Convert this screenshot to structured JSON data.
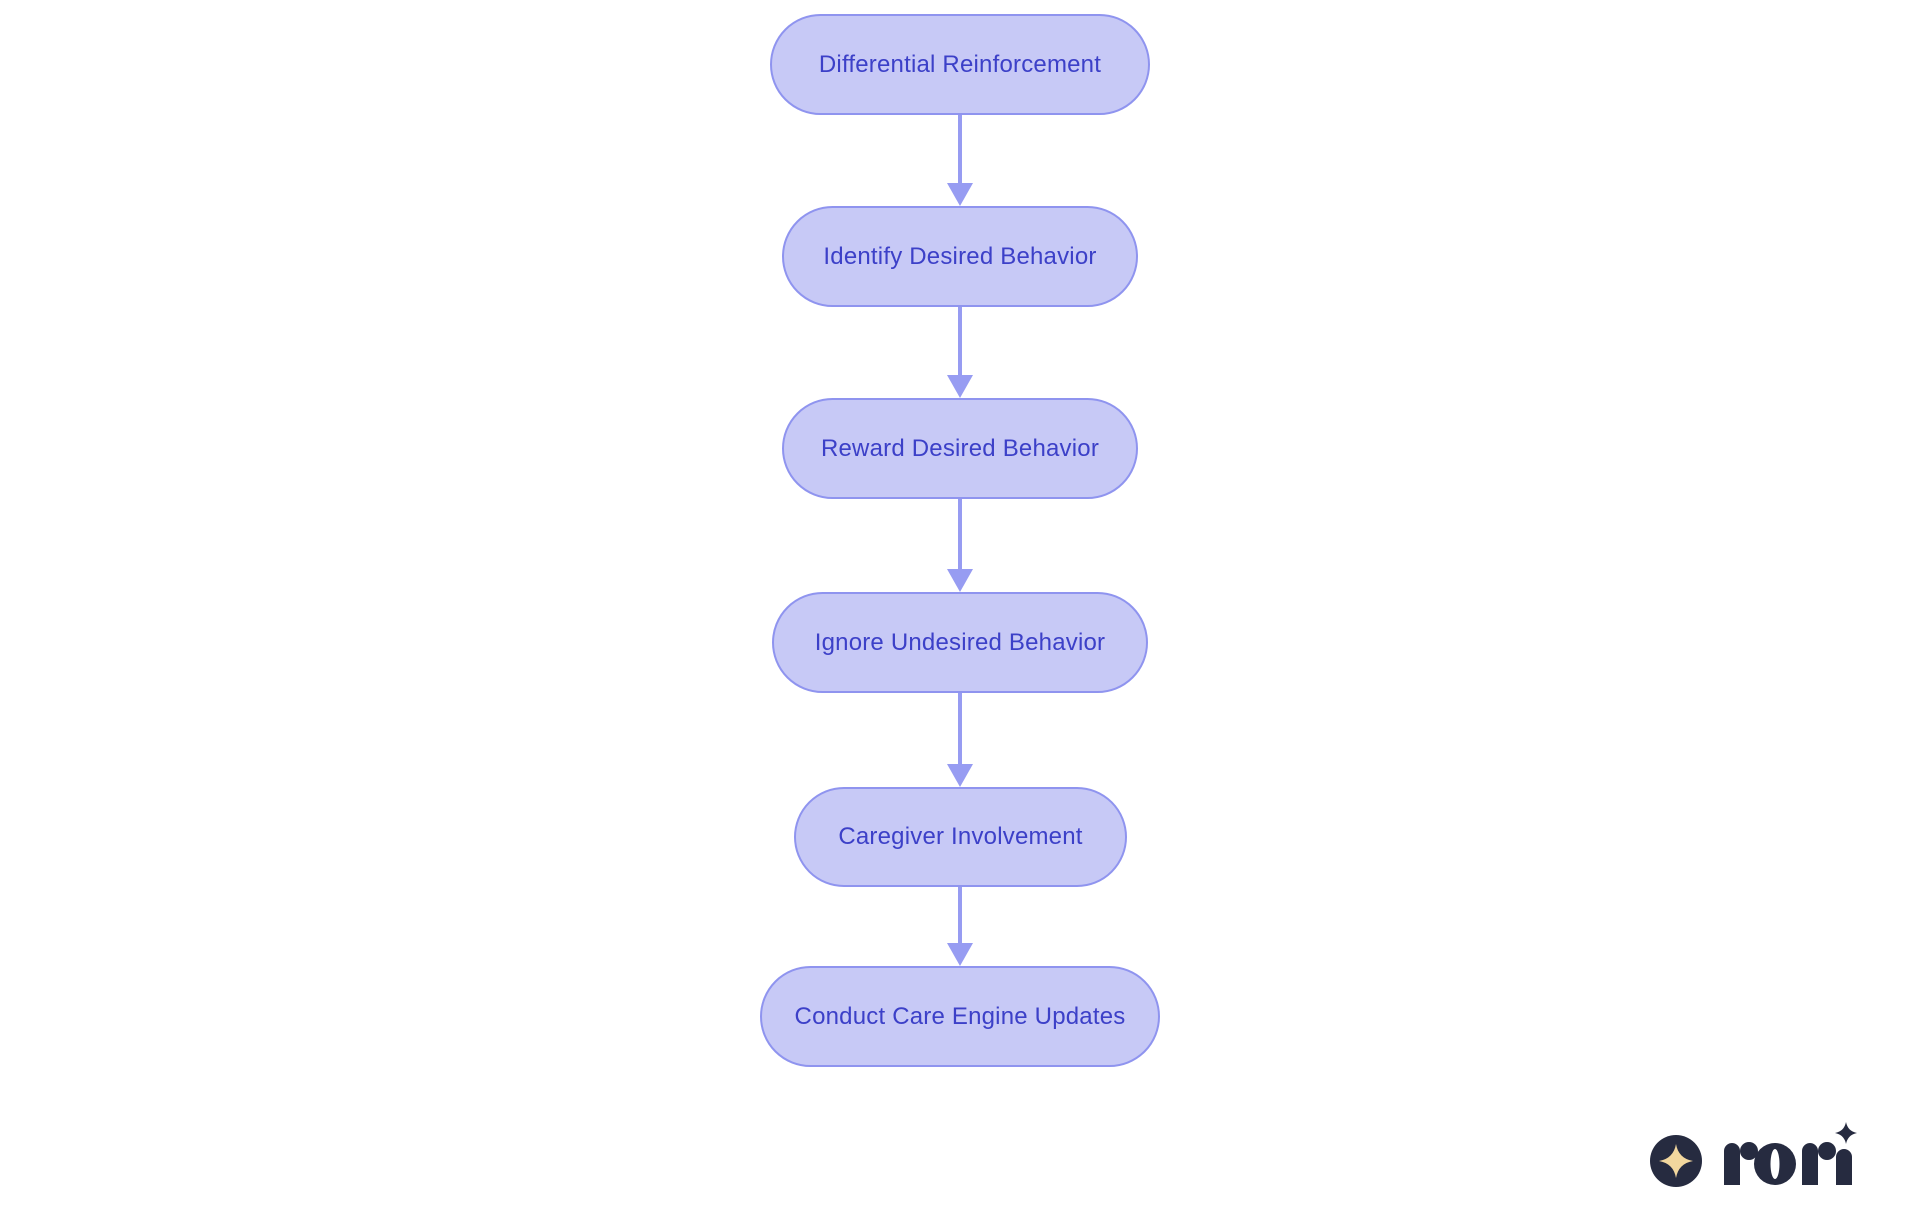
{
  "page": {
    "colors": {
      "page-bg": "#ffffff"
    }
  },
  "flowchart": {
    "type": "flowchart-top-down",
    "colors": {
      "node-fill": "#c7c9f6",
      "node-border": "#8f94ef",
      "node-text": "#3c40c8",
      "arrow": "#979cf2"
    },
    "nodes": [
      {
        "id": "n1",
        "label": "Differential Reinforcement"
      },
      {
        "id": "n2",
        "label": "Identify Desired Behavior"
      },
      {
        "id": "n3",
        "label": "Reward Desired Behavior"
      },
      {
        "id": "n4",
        "label": "Ignore Undesired Behavior"
      },
      {
        "id": "n5",
        "label": "Caregiver Involvement"
      },
      {
        "id": "n6",
        "label": "Conduct Care Engine Updates"
      }
    ],
    "edges": [
      {
        "from": "n1",
        "to": "n2"
      },
      {
        "from": "n2",
        "to": "n3"
      },
      {
        "from": "n3",
        "to": "n4"
      },
      {
        "from": "n4",
        "to": "n5"
      },
      {
        "from": "n5",
        "to": "n6"
      }
    ]
  },
  "logo": {
    "brand": "rori",
    "icon": "sparkle-in-circle",
    "colors": {
      "logo-navy": "#262b40",
      "logo-gold": "#f2d79e",
      "logo-slit": "#ffffff"
    }
  }
}
